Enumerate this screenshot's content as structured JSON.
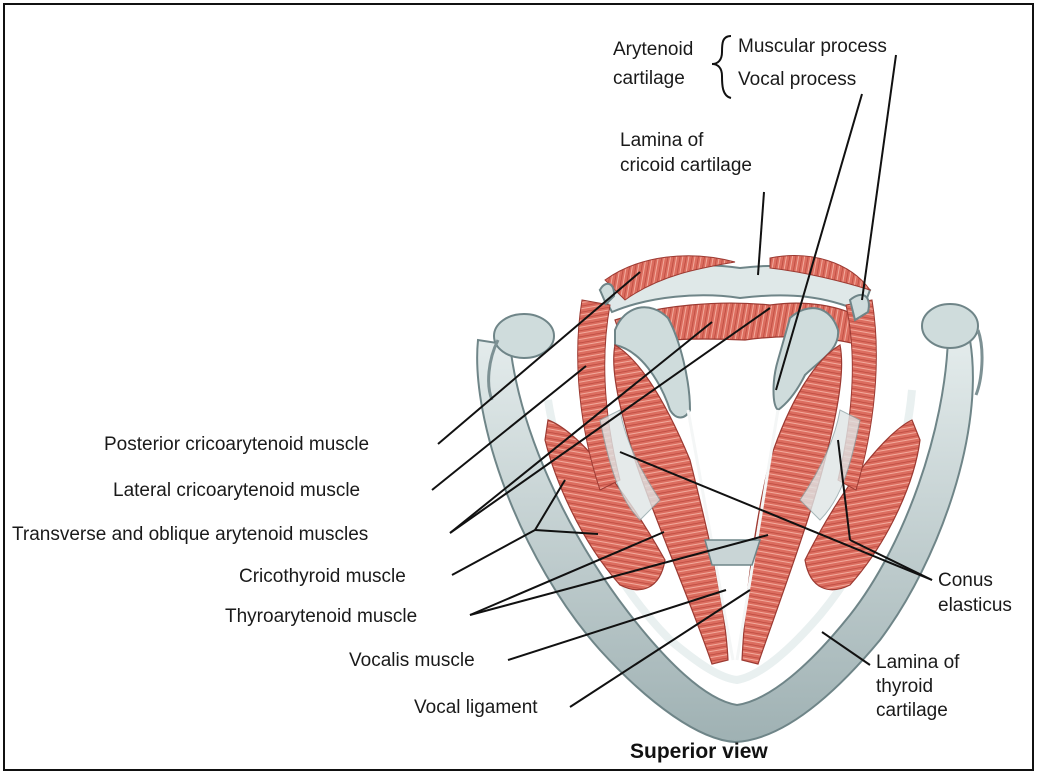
{
  "labels": {
    "arytenoid_cartilage_line1": "Arytenoid",
    "arytenoid_cartilage_line2": "cartilage",
    "muscular_process": "Muscular process",
    "vocal_process": "Vocal process",
    "lamina_cricoid_line1": "Lamina of",
    "lamina_cricoid_line2": "cricoid cartilage",
    "posterior_cricoarytenoid": "Posterior cricoarytenoid muscle",
    "lateral_cricoarytenoid": "Lateral cricoarytenoid muscle",
    "transverse_oblique_arytenoid": "Transverse and oblique arytenoid muscles",
    "cricothyroid": "Cricothyroid muscle",
    "thyroarytenoid": "Thyroarytenoid muscle",
    "vocalis": "Vocalis muscle",
    "vocal_ligament": "Vocal ligament",
    "conus_elasticus_line1": "Conus",
    "conus_elasticus_line2": "elasticus",
    "lamina_thyroid_line1": "Lamina of",
    "lamina_thyroid_line2": "thyroid",
    "lamina_thyroid_line3": "cartilage"
  },
  "caption": "Superior view",
  "colors": {
    "cartilage": "#c9d5d6",
    "cartilage_shade": "#8fa3a6",
    "muscle": "#d9675a",
    "muscle_dark": "#b84a40",
    "muscle_light": "#f0a898"
  }
}
